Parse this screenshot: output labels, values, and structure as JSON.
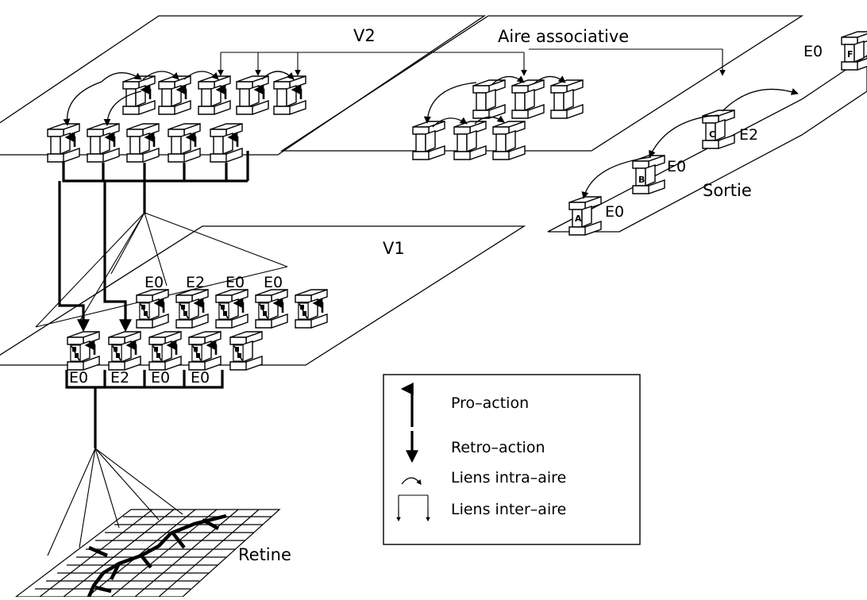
{
  "areas": {
    "v2": "V2",
    "associative": "Aire associative",
    "v1": "V1",
    "output": "Sortie",
    "retina": "Retine"
  },
  "v1_top_tags": [
    "E0",
    "E2",
    "E0",
    "E0"
  ],
  "v1_bottom_tags": [
    "E0",
    "E2",
    "E0",
    "E0"
  ],
  "output_nodes": [
    {
      "letter": "A",
      "tag": "E0"
    },
    {
      "letter": "B",
      "tag": "E0"
    },
    {
      "letter": "C",
      "tag": "E2"
    },
    {
      "letter": "F",
      "tag": "E0"
    }
  ],
  "legend": {
    "proaction": "Pro–action",
    "retroaction": "Retro–action",
    "intra": "Liens intra–aire",
    "inter": "Liens inter–aire"
  }
}
